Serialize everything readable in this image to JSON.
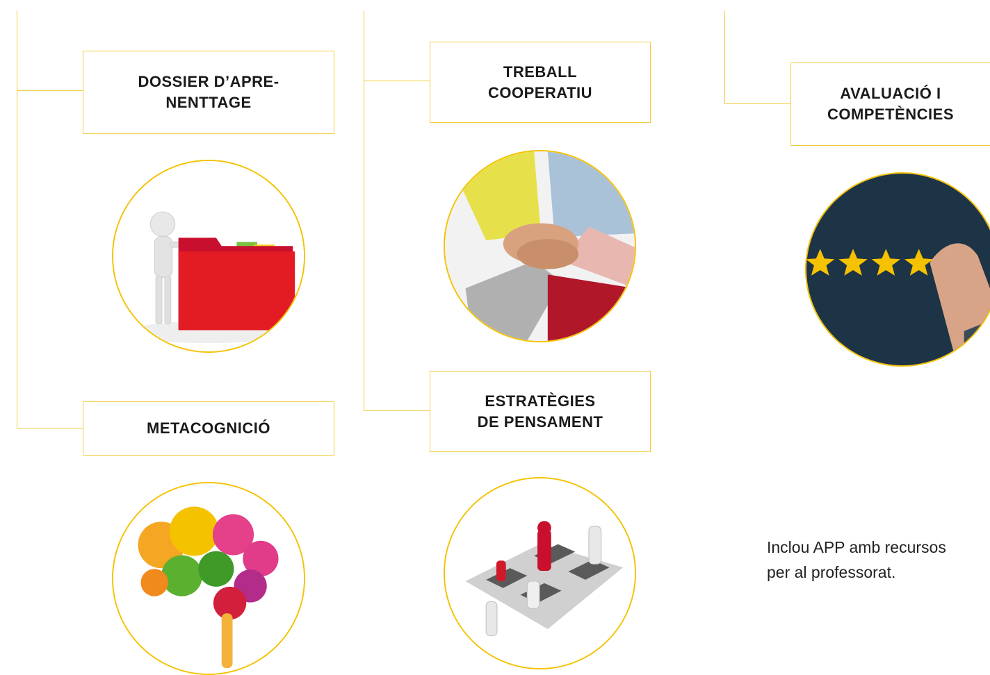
{
  "cards": {
    "dossier": {
      "label": "DOSSIER D’APRE-\nNENTTAGE",
      "image_icon": "folder-figure-icon"
    },
    "treball": {
      "label": "TREBALL\nCOOPERATIU",
      "image_icon": "stacked-hands-icon"
    },
    "avaluacio": {
      "label": "AVALUACIÓ I\nCOMPETÈNCIES",
      "image_icon": "rating-stars-icon"
    },
    "metacognicio": {
      "label": "METACOGNICIÓ",
      "image_icon": "gear-brain-icon"
    },
    "estrategies": {
      "label": "ESTRATÈGIES\nDE PENSAMENT",
      "image_icon": "chess-icon"
    }
  },
  "note": {
    "text": "Inclou APP amb recursos\nper al professorat."
  },
  "colors": {
    "accent": "#f2cc3b",
    "circle_border": "#f5c200"
  }
}
